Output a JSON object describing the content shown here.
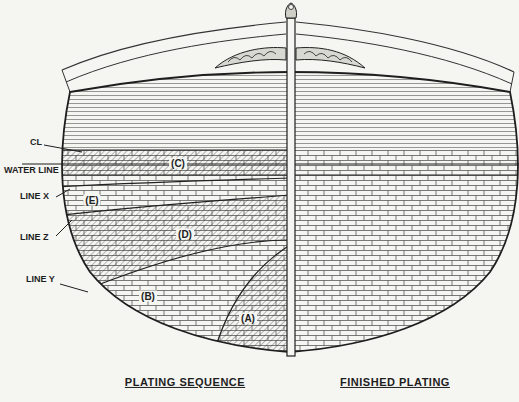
{
  "diagram": {
    "labels": [
      "CL",
      "WATER LINE",
      "LINE X",
      "LINE Z",
      "LINE Y",
      "(C)",
      "(E)",
      "(D)",
      "(B)",
      "(A)",
      "PLATING SEQUENCE",
      "FINISHED PLATING"
    ]
  }
}
